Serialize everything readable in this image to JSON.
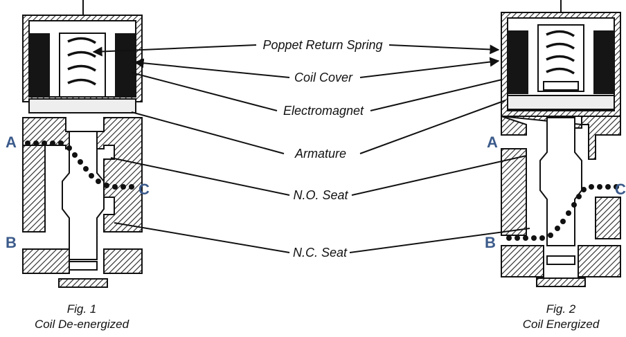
{
  "labels": {
    "poppet_return_spring": "Poppet Return Spring",
    "coil_cover": "Coil Cover",
    "electromagnet": "Electromagnet",
    "armature": "Armature",
    "no_seat": "N.O. Seat",
    "nc_seat": "N.C. Seat"
  },
  "ports": {
    "a": "A",
    "b": "B",
    "c": "C"
  },
  "captions": {
    "fig1_title": "Fig. 1",
    "fig1_subtitle": "Coil De-energized",
    "fig2_title": "Fig. 2",
    "fig2_subtitle": "Coil Energized"
  },
  "colors": {
    "port_label": "#3b5a8a",
    "line": "#111111"
  }
}
